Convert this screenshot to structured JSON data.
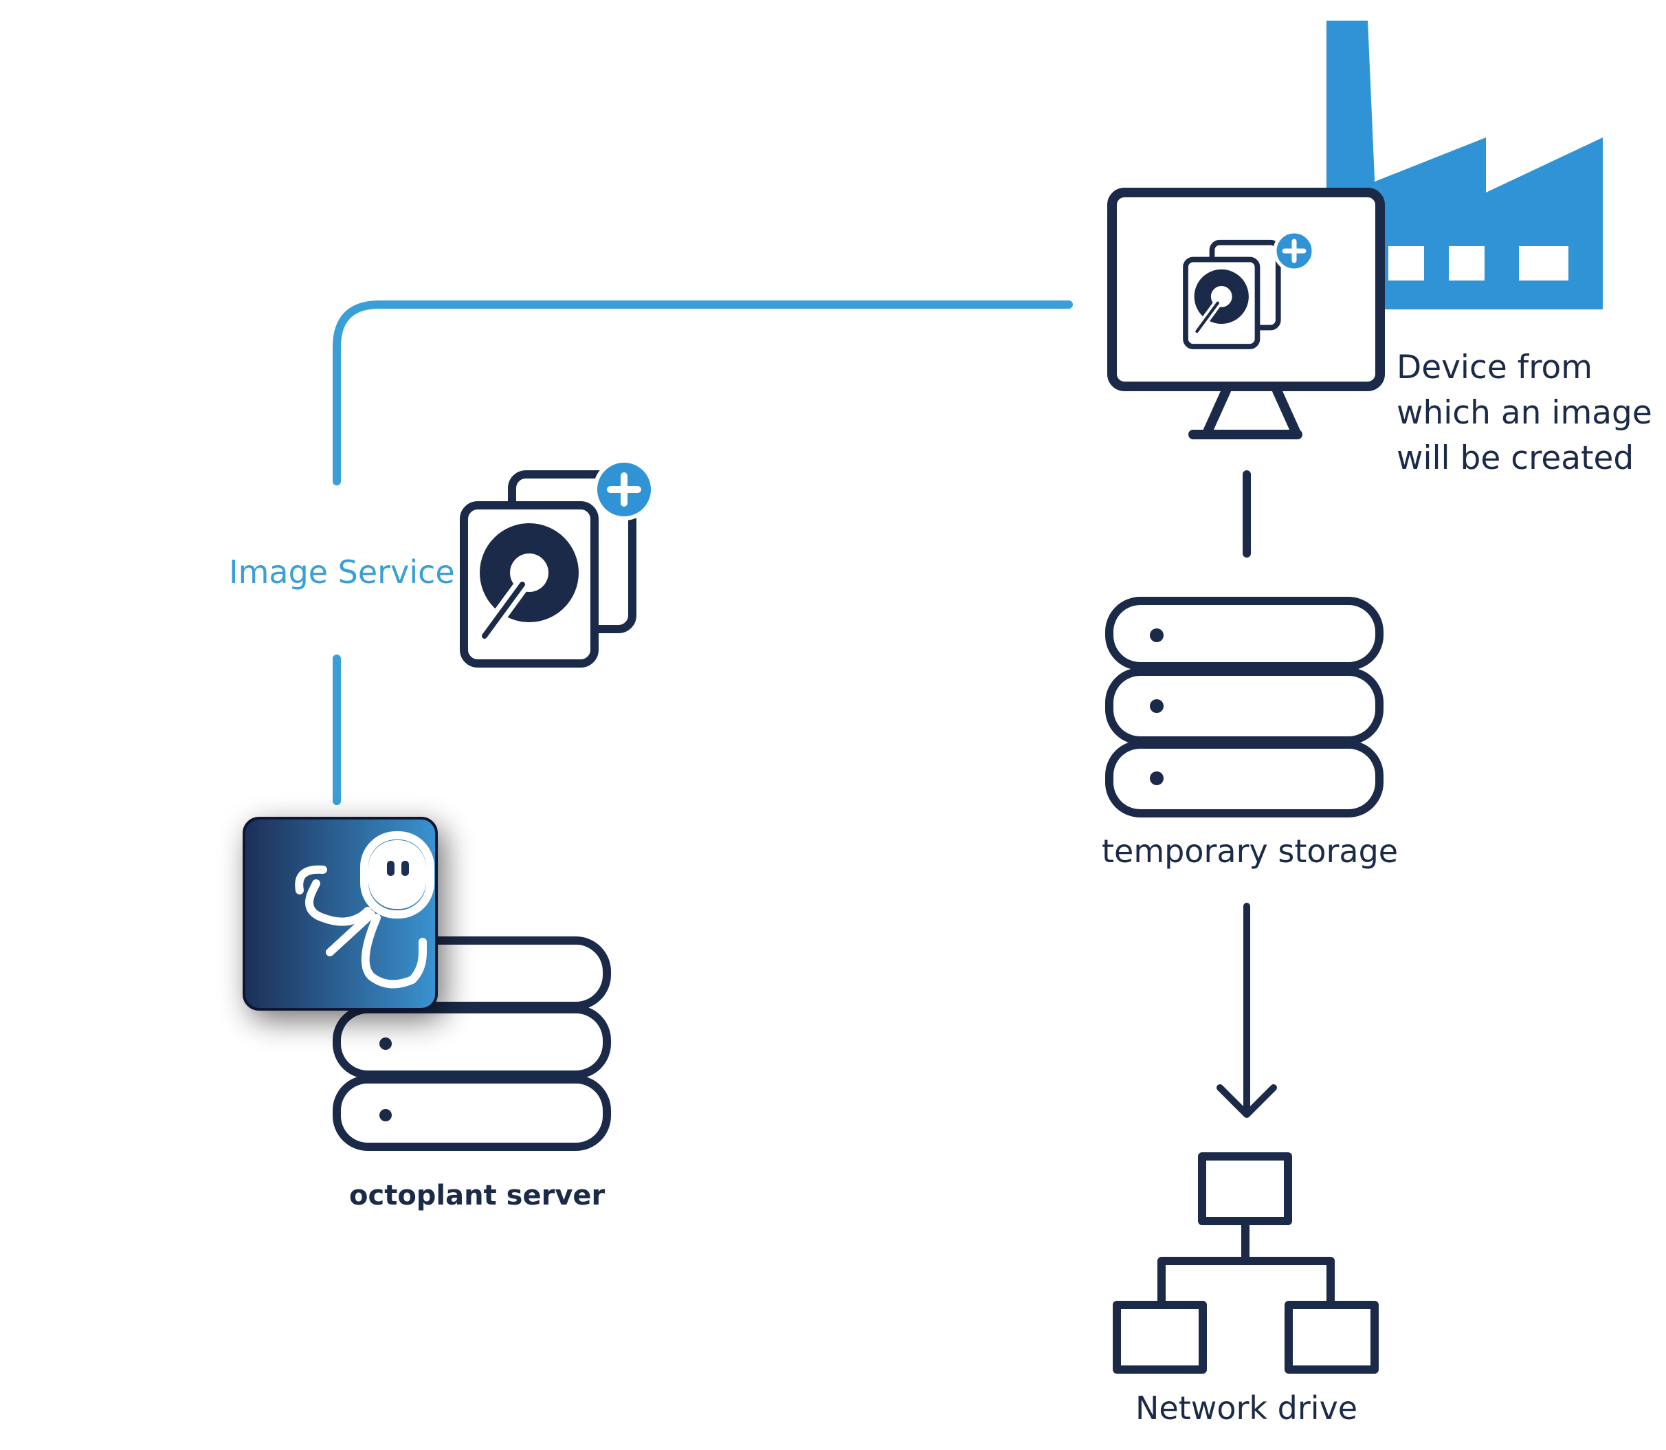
{
  "colors": {
    "navy": "#1b2a48",
    "accent_blue": "#2f93d5",
    "light_blue_line": "#3a9fd6",
    "logo_gradient_start": "#1d2f57",
    "logo_gradient_end": "#3a93d0"
  },
  "nodes": {
    "device": {
      "label_lines": [
        "Device from",
        "which an image",
        "will be created"
      ],
      "icons": [
        "factory-icon",
        "monitor-icon",
        "disk-image-icon",
        "plus-badge-icon"
      ]
    },
    "image_service": {
      "label": "Image Service",
      "icons": [
        "disk-image-icon",
        "plus-badge-icon"
      ]
    },
    "octoplant_server": {
      "label": "octoplant server",
      "icons": [
        "octoplant-logo-icon",
        "server-stack-icon"
      ]
    },
    "temporary_storage": {
      "label": "temporary storage",
      "icons": [
        "server-stack-icon"
      ]
    },
    "network_drive": {
      "label": "Network drive",
      "icons": [
        "network-drive-icon"
      ]
    }
  },
  "connections": [
    {
      "from": "device",
      "to": "image_service",
      "style": "line"
    },
    {
      "from": "image_service",
      "to": "octoplant_server",
      "style": "line"
    },
    {
      "from": "device",
      "to": "temporary_storage",
      "style": "line"
    },
    {
      "from": "temporary_storage",
      "to": "network_drive",
      "style": "arrow"
    }
  ]
}
